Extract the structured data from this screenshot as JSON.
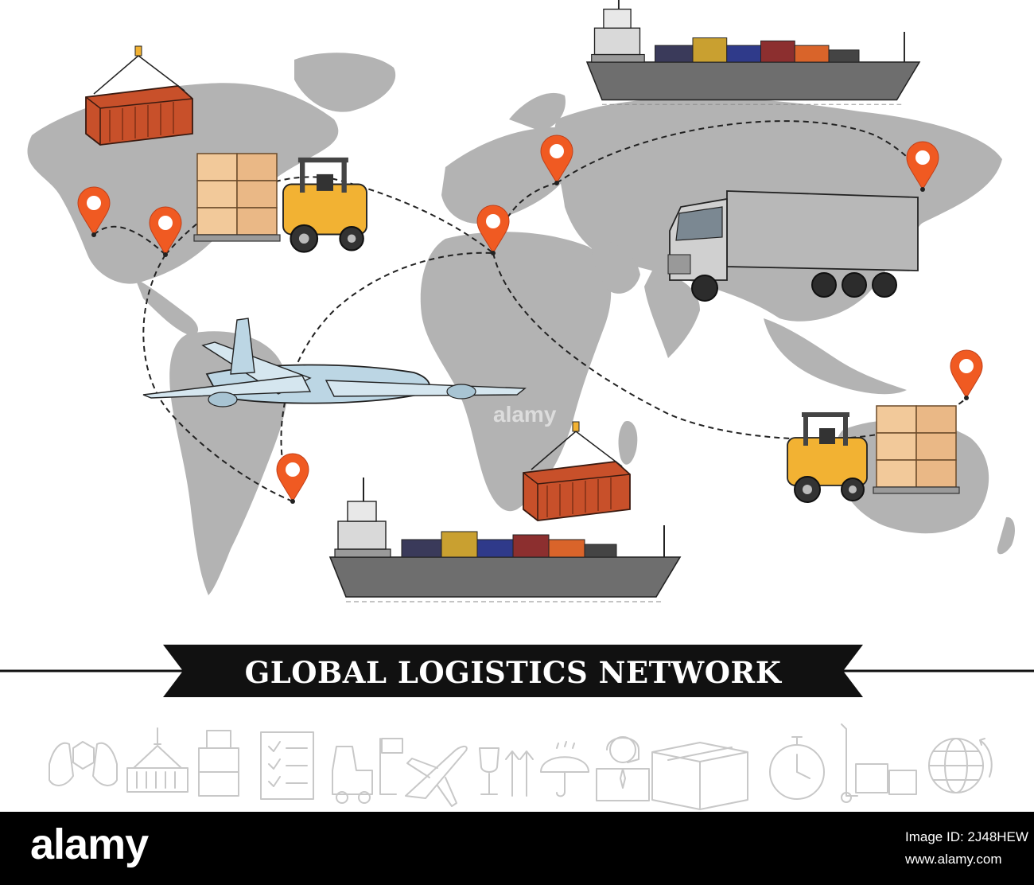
{
  "banner": {
    "title": "GLOBAL LOGISTICS NETWORK"
  },
  "watermark": {
    "text": "alamy"
  },
  "footer": {
    "logo": "alamy",
    "image_id": "Image ID: 2J48HEW",
    "url": "www.alamy.com"
  },
  "colors": {
    "map": "#b3b3b3",
    "pin": "#f05a22",
    "banner": "#111111",
    "icons": "#c8c8c8",
    "container": "#c8502a",
    "forklift": "#f2b233",
    "plane": "#bcd6e4"
  },
  "icons": [
    "hands-box-icon",
    "crane-container-icon",
    "cargo-boxes-icon",
    "checklist-icon",
    "forklift-icon",
    "airplane-icon",
    "fragile-glass-icon",
    "this-way-up-icon",
    "umbrella-icon",
    "operator-icon",
    "packages-icon",
    "stopwatch-icon",
    "hand-truck-icon",
    "globe-icon"
  ]
}
